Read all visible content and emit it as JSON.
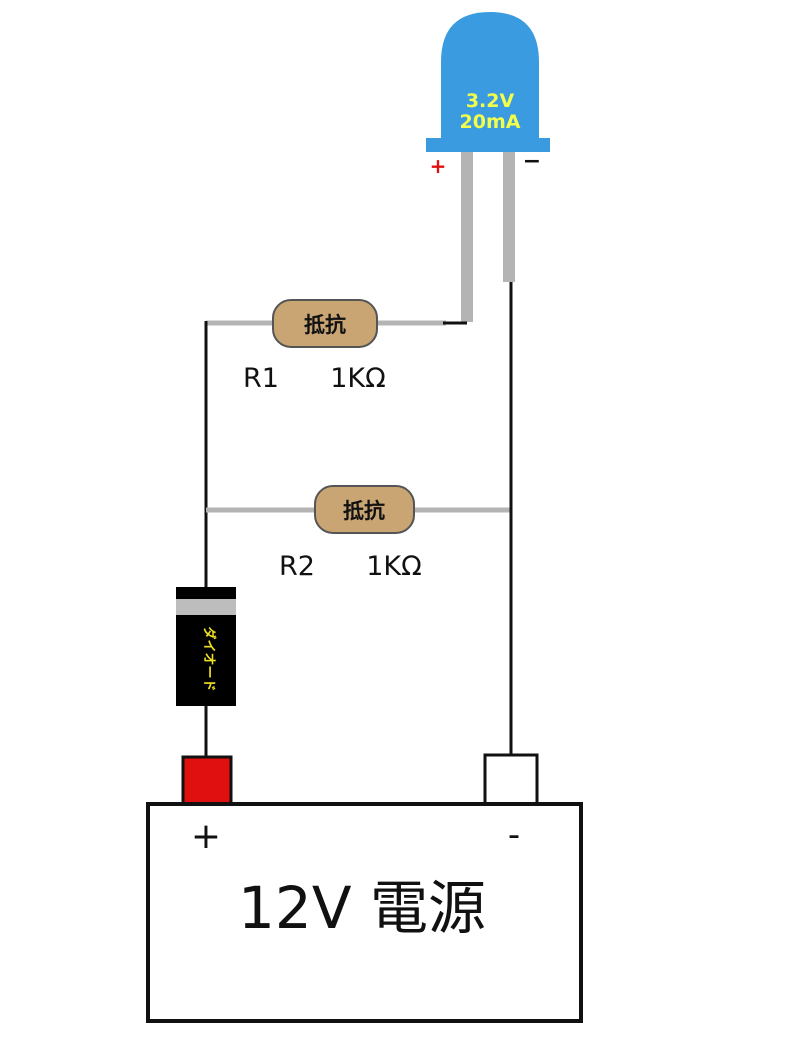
{
  "led": {
    "voltage": "3.2V",
    "current": "20mA",
    "plus_mark": "+",
    "minus_mark": "−",
    "body_color": "#3a9be0",
    "text_color": "#f3ff4a"
  },
  "resistor1": {
    "body_text": "抵抗",
    "name": "R1",
    "value": "1KΩ",
    "body_color": "#c9a574"
  },
  "resistor2": {
    "body_text": "抵抗",
    "name": "R2",
    "value": "1KΩ",
    "body_color": "#c9a574"
  },
  "diode": {
    "body_text": "ダイオード",
    "body_color": "#000000",
    "band_color": "#bdbdbd",
    "text_color": "#f0e020"
  },
  "battery": {
    "label": "12V 電源",
    "plus_mark": "+",
    "minus_mark": "-",
    "plus_terminal_color": "#e01010",
    "minus_terminal_color": "#ffffff"
  },
  "wire_color": "#b4b4b4"
}
